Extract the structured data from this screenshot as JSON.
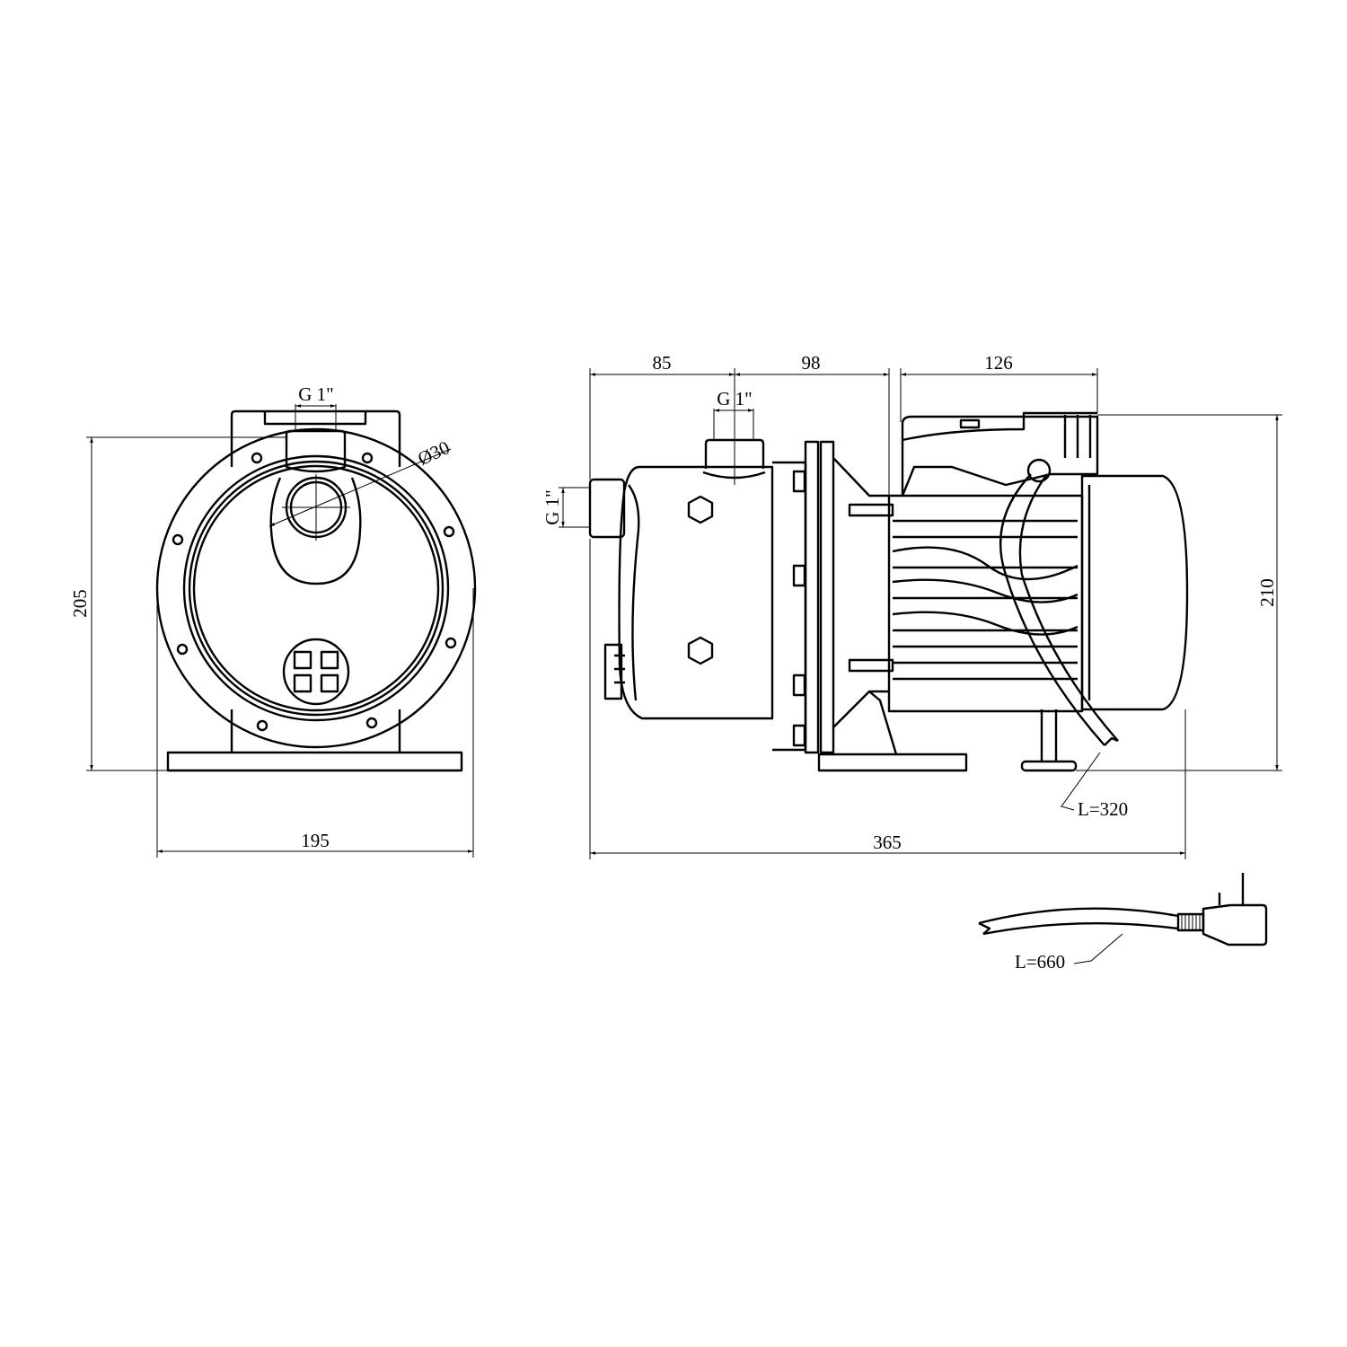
{
  "drawing": {
    "front_view": {
      "outlet_thread": "G 1\"",
      "inlet_diameter": "Ø30",
      "height": "205",
      "width": "195"
    },
    "side_view": {
      "dim_inlet_to_outlet": "85",
      "dim_outlet_to_motor": "98",
      "dim_motor_box": "126",
      "outlet_thread": "G 1\"",
      "inlet_thread": "G 1\"",
      "height": "210",
      "length": "365",
      "cable_length": "L=320"
    },
    "power_cord": {
      "cord_length": "L=660"
    }
  }
}
